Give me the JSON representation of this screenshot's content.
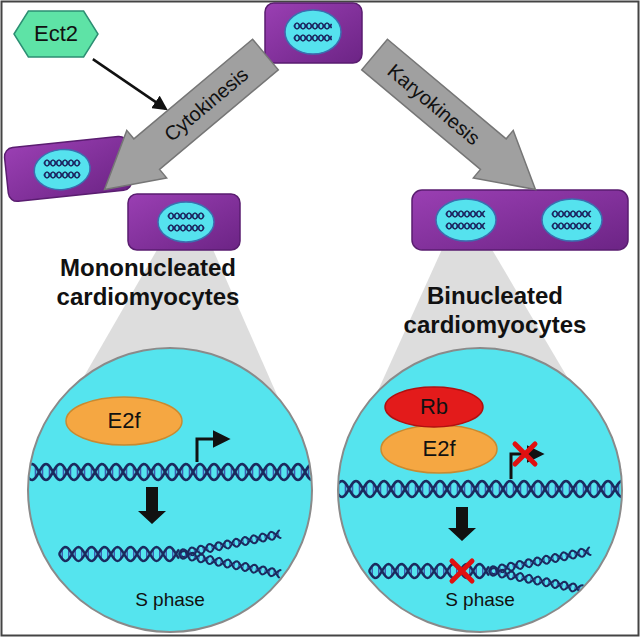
{
  "diagram": {
    "nodes": [
      {
        "text": [
          "Ect2"
        ]
      },
      {
        "text": [
          "Cytokinesis"
        ]
      },
      {
        "text": [
          "Karyokinesis"
        ]
      },
      {
        "text": [
          "S phase"
        ]
      },
      {
        "text": [
          "E2f"
        ],
        "in": 3
      },
      {
        "text": [
          "S phase"
        ]
      },
      {
        "text": [
          "Rb"
        ],
        "in": 5
      },
      {
        "text": [
          "E2f"
        ],
        "in": 5
      }
    ],
    "edges": [
      {
        "from": 0,
        "to": 1,
        "arrow": "to"
      }
    ],
    "labels": [
      "Mononucleated cardiomyocytes",
      "Binucleated cardiomyocytes"
    ]
  }
}
